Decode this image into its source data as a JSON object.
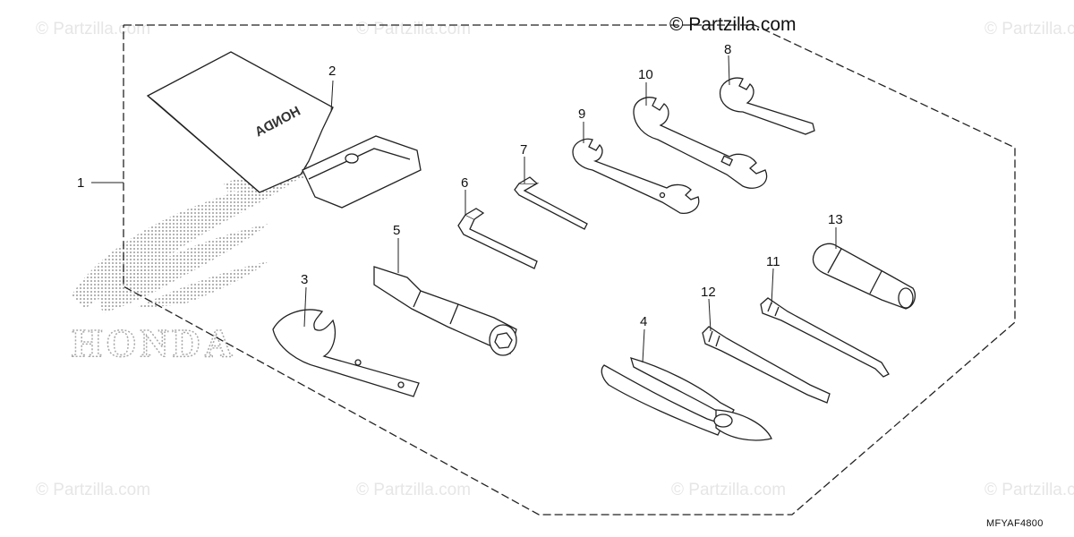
{
  "watermark_text": "© Partzilla.com",
  "copyright": "© Partzilla.com",
  "figure_code": "MFYAF4800",
  "logo_text": "HONDA",
  "pouch_text": "HONDA",
  "callouts": [
    {
      "id": 1,
      "label": "1"
    },
    {
      "id": 2,
      "label": "2"
    },
    {
      "id": 3,
      "label": "3"
    },
    {
      "id": 4,
      "label": "4"
    },
    {
      "id": 5,
      "label": "5"
    },
    {
      "id": 6,
      "label": "6"
    },
    {
      "id": 7,
      "label": "7"
    },
    {
      "id": 8,
      "label": "8"
    },
    {
      "id": 9,
      "label": "9"
    },
    {
      "id": 10,
      "label": "10"
    },
    {
      "id": 11,
      "label": "11"
    },
    {
      "id": 12,
      "label": "12"
    },
    {
      "id": 13,
      "label": "13"
    }
  ]
}
